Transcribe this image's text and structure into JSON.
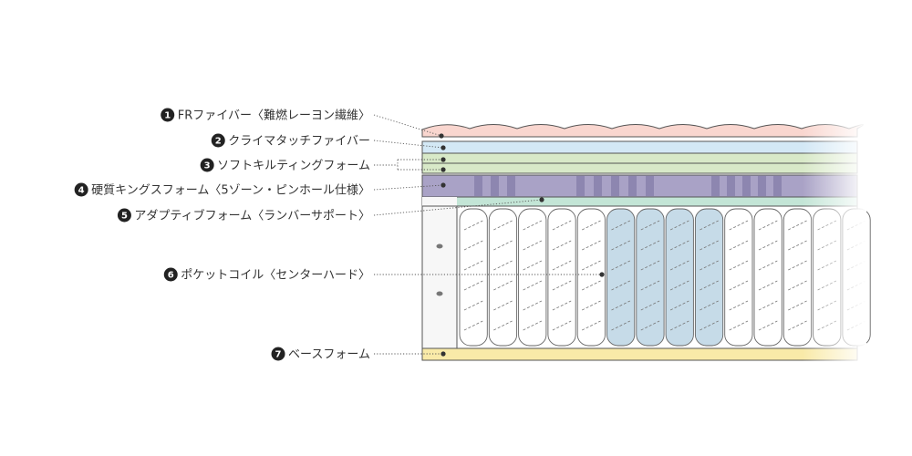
{
  "layers": [
    {
      "id": "fr",
      "number": "1",
      "label": "FRファイバー〈難燃レーヨン繊維〉",
      "color": "#f9d6cf"
    },
    {
      "id": "climate",
      "number": "2",
      "label": "クライマタッチファイバー",
      "color": "#d3e8f5"
    },
    {
      "id": "quilt",
      "number": "3",
      "label": "ソフトキルティングフォーム",
      "color": "#d8e9c8"
    },
    {
      "id": "hard",
      "number": "4",
      "label": "硬質キングスフォーム〈5ゾーン・ピンホール仕様〉",
      "color": "#a9a2c6"
    },
    {
      "id": "adaptive",
      "number": "5",
      "label": "アダプティブフォーム〈ランバーサポート〉",
      "color": "#c3e5d6"
    },
    {
      "id": "coil",
      "number": "6",
      "label": "ポケットコイル〈センターハード〉",
      "color": "#ffffff"
    },
    {
      "id": "base",
      "number": "7",
      "label": "ベースフォーム",
      "color": "#f9eaa8"
    }
  ],
  "colors": {
    "label_badge": "#222222",
    "label_text": "#333333",
    "outline": "#555555",
    "coil_normal": "#ffffff",
    "coil_center": "#c6dbe8",
    "hard_dark": "#8d86b0",
    "side_panel": "#f7f7f7"
  },
  "coil_zones": [
    "normal",
    "normal",
    "normal",
    "normal",
    "normal",
    "center",
    "center",
    "center",
    "center",
    "normal",
    "normal",
    "normal",
    "normal",
    "normal"
  ]
}
